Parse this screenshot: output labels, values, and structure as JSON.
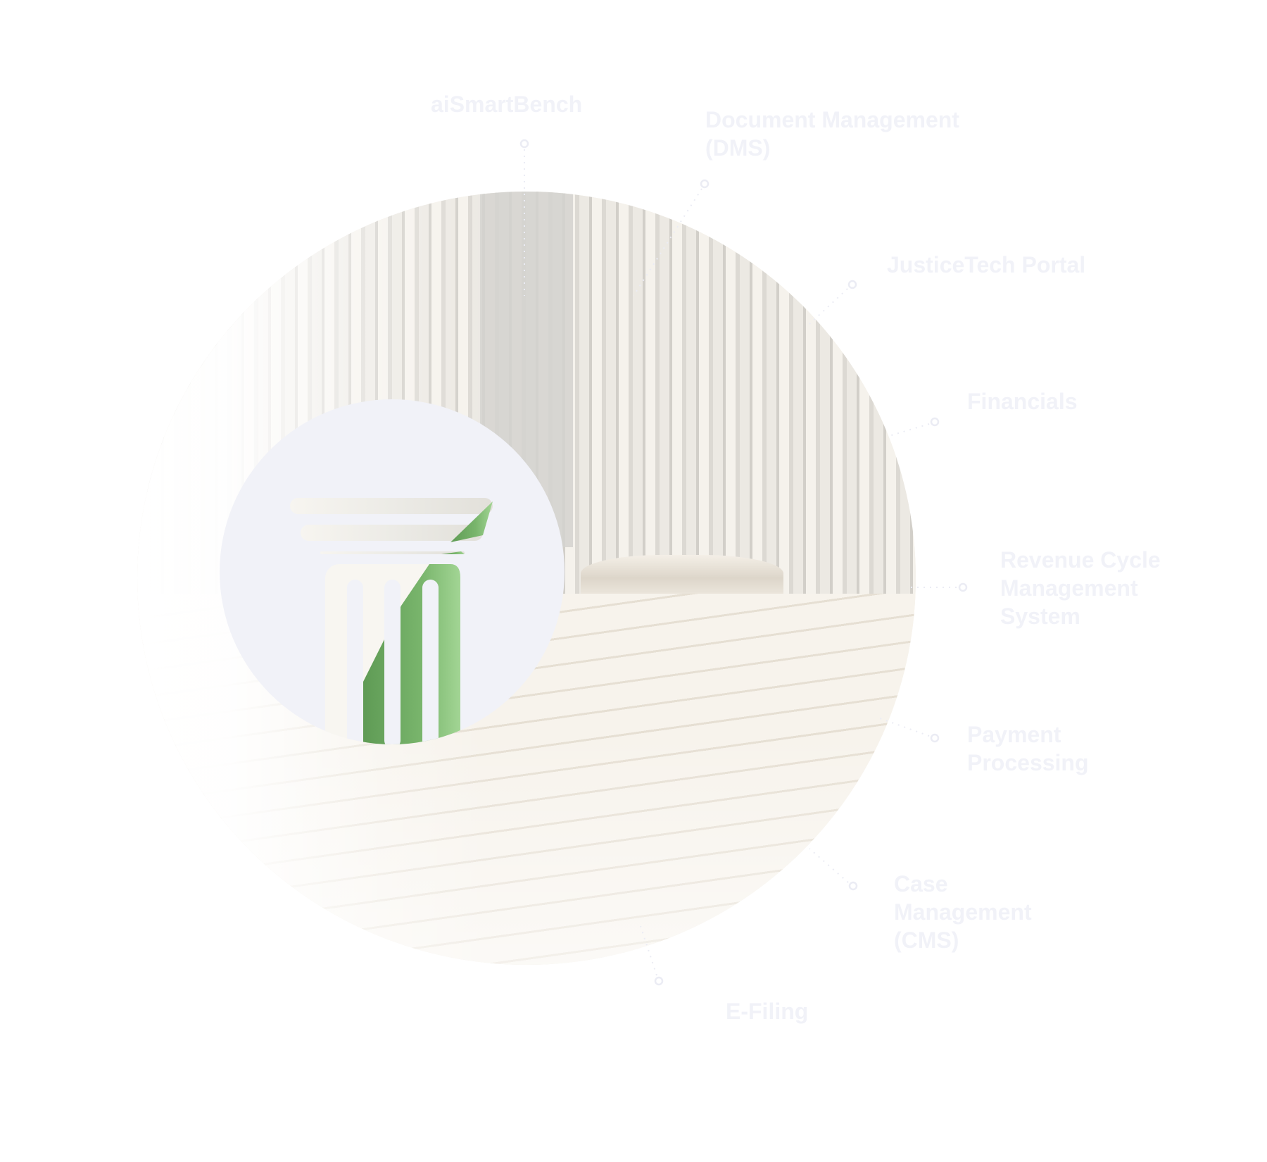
{
  "diagram": {
    "center_logo": {
      "icon": "pillar-growth-chart-logo",
      "accent_colors": [
        "#5f9b55",
        "#9fd391"
      ],
      "circle_color": "#f1f2f8"
    },
    "label_color": "#f1f2f8",
    "nodes": [
      {
        "id": "aismartbench",
        "lines": [
          "aiSmartBench"
        ]
      },
      {
        "id": "dms",
        "lines": [
          "Document Management",
          "(DMS)"
        ]
      },
      {
        "id": "justicetech",
        "lines": [
          "JusticeTech Portal"
        ]
      },
      {
        "id": "financials",
        "lines": [
          "Financials"
        ]
      },
      {
        "id": "rcm",
        "lines": [
          "Revenue Cycle",
          "Management",
          "System"
        ]
      },
      {
        "id": "payment",
        "lines": [
          "Payment",
          "Processing"
        ]
      },
      {
        "id": "cms",
        "lines": [
          "Case",
          "Management",
          "(CMS)"
        ]
      },
      {
        "id": "efiling",
        "lines": [
          "E-Filing"
        ]
      }
    ]
  }
}
